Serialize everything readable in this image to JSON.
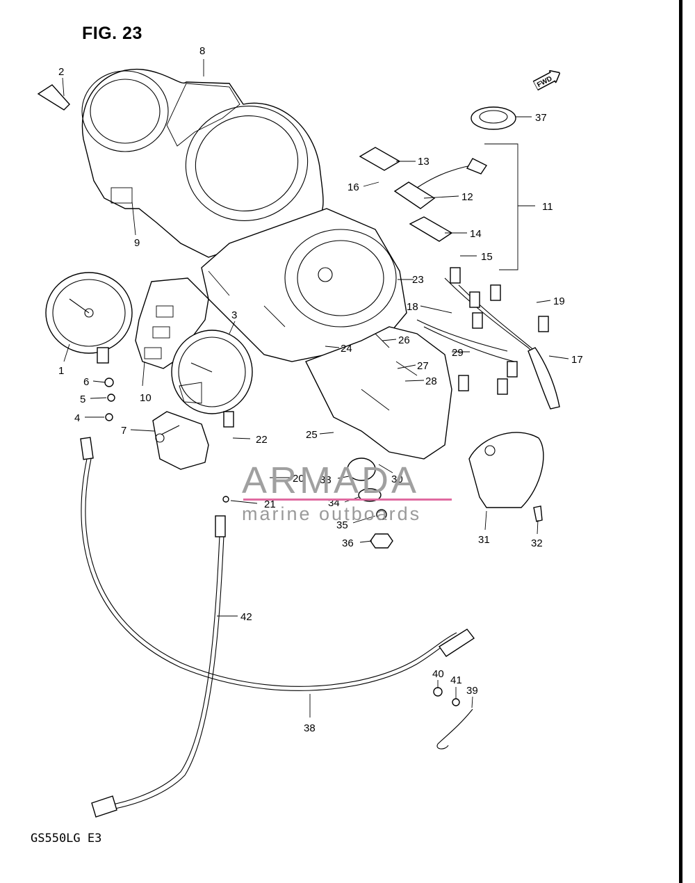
{
  "figure": {
    "title": "FIG. 23",
    "model": "GS550LG  E3",
    "fwd_label": "FWD"
  },
  "watermark": {
    "brand": "ARMADA",
    "tagline": "marine outboards"
  },
  "callouts": [
    {
      "id": "1"
    },
    {
      "id": "2"
    },
    {
      "id": "3"
    },
    {
      "id": "4"
    },
    {
      "id": "5"
    },
    {
      "id": "6"
    },
    {
      "id": "7"
    },
    {
      "id": "8"
    },
    {
      "id": "9"
    },
    {
      "id": "10"
    },
    {
      "id": "11"
    },
    {
      "id": "12"
    },
    {
      "id": "13"
    },
    {
      "id": "14"
    },
    {
      "id": "15"
    },
    {
      "id": "16"
    },
    {
      "id": "17"
    },
    {
      "id": "18"
    },
    {
      "id": "19"
    },
    {
      "id": "20"
    },
    {
      "id": "21"
    },
    {
      "id": "22"
    },
    {
      "id": "23"
    },
    {
      "id": "24"
    },
    {
      "id": "25"
    },
    {
      "id": "26"
    },
    {
      "id": "27"
    },
    {
      "id": "28"
    },
    {
      "id": "29"
    },
    {
      "id": "30"
    },
    {
      "id": "31"
    },
    {
      "id": "32"
    },
    {
      "id": "33"
    },
    {
      "id": "34"
    },
    {
      "id": "35"
    },
    {
      "id": "36"
    },
    {
      "id": "37"
    },
    {
      "id": "38"
    },
    {
      "id": "39"
    },
    {
      "id": "40"
    },
    {
      "id": "41"
    },
    {
      "id": "42"
    }
  ],
  "colors": {
    "watermark_accent": "#e06aa0",
    "line": "#000000"
  }
}
